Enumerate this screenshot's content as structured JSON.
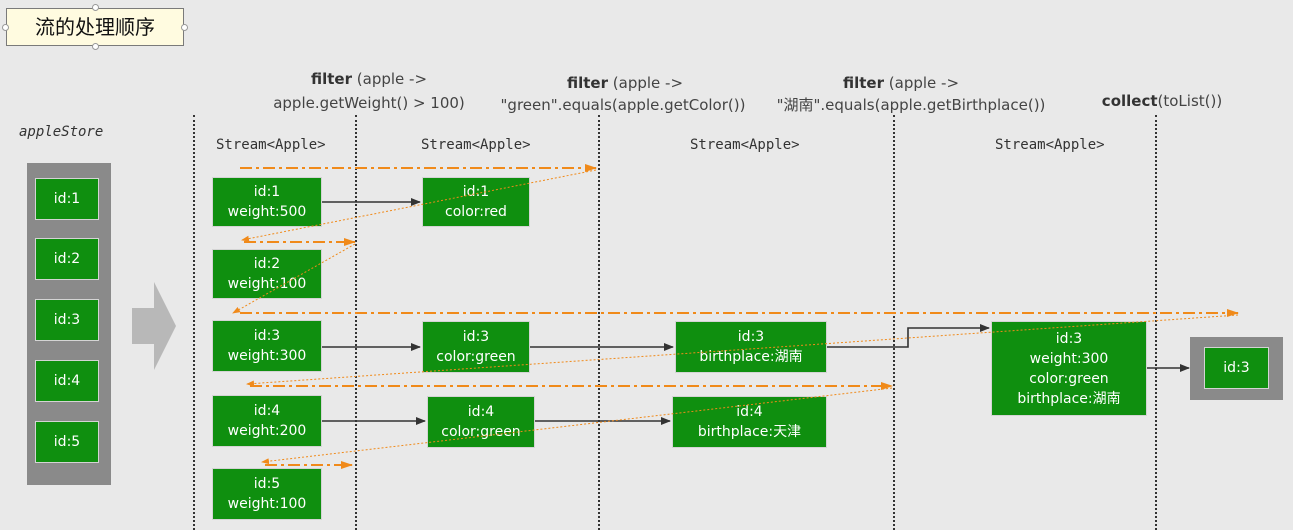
{
  "title": "流的处理顺序",
  "store": {
    "label": "appleStore",
    "items": [
      "id:1",
      "id:2",
      "id:3",
      "id:4",
      "id:5"
    ]
  },
  "headers": {
    "filter1": {
      "keyword": "filter",
      "line1": "(apple ->",
      "line2": "apple.getWeight() > 100)"
    },
    "filter2": {
      "keyword": "filter",
      "line1": "(apple ->",
      "line2": "\"green\".equals(apple.getColor())"
    },
    "filter3": {
      "keyword": "filter",
      "line1": "(apple ->",
      "line2": "\"湖南\".equals(apple.getBirthplace())"
    },
    "collect": {
      "keyword": "collect",
      "rest": "(toList())"
    }
  },
  "stream_labels": [
    "Stream<Apple>",
    "Stream<Apple>",
    "Stream<Apple>",
    "Stream<Apple>"
  ],
  "stage1": [
    {
      "id": "id:1",
      "attr": "weight:500"
    },
    {
      "id": "id:2",
      "attr": "weight:100"
    },
    {
      "id": "id:3",
      "attr": "weight:300"
    },
    {
      "id": "id:4",
      "attr": "weight:200"
    },
    {
      "id": "id:5",
      "attr": "weight:100"
    }
  ],
  "stage2": [
    {
      "id": "id:1",
      "attr": "color:red"
    },
    {
      "id": "id:3",
      "attr": "color:green"
    },
    {
      "id": "id:4",
      "attr": "color:green"
    }
  ],
  "stage3": [
    {
      "id": "id:3",
      "attr": "birthplace:湖南"
    },
    {
      "id": "id:4",
      "attr": "birthplace:天津"
    }
  ],
  "stage4": {
    "lines": [
      "id:3",
      "weight:300",
      "color:green",
      "birthplace:湖南"
    ]
  },
  "result": "id:3",
  "colors": {
    "box": "#0f8f0f",
    "flow": "#f08a1a",
    "arrow": "#333333"
  }
}
